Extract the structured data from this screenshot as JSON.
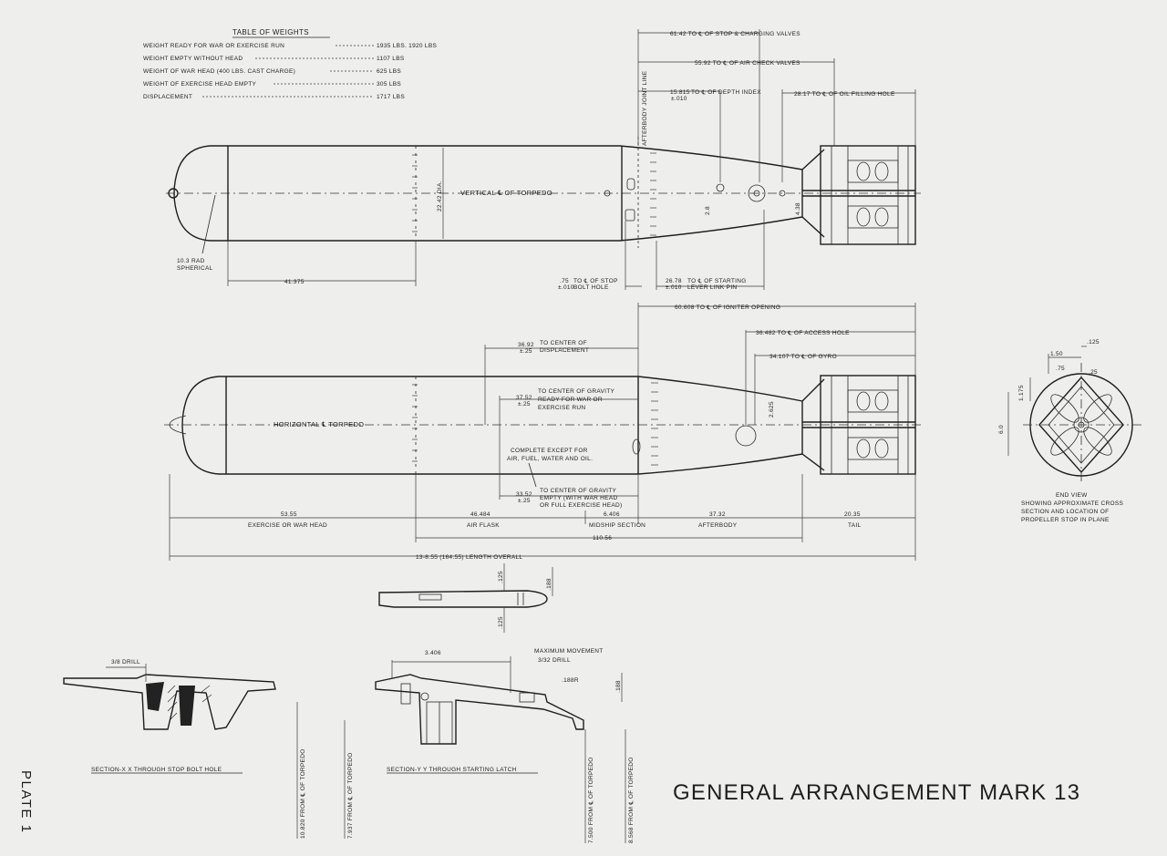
{
  "title": "GENERAL ARRANGEMENT MARK 13",
  "plate": "PLATE 1",
  "weights_table": {
    "heading": "TABLE OF WEIGHTS",
    "rows": [
      {
        "label": "WEIGHT READY FOR WAR OR EXERCISE RUN",
        "value": "1935 LBS. 1920 LBS"
      },
      {
        "label": "WEIGHT EMPTY WITHOUT HEAD",
        "value": "1107 LBS"
      },
      {
        "label": "WEIGHT OF WAR HEAD (400 LBS. CAST CHARGE)",
        "value": "625 LBS"
      },
      {
        "label": "WEIGHT OF EXERCISE HEAD EMPTY",
        "value": "305 LBS"
      },
      {
        "label": "DISPLACEMENT",
        "value": "1717 LBS"
      }
    ]
  },
  "top_view": {
    "dim_stop_charging": "61.42 TO ℄ OF STOP & CHARGING VALVES",
    "dim_air_check": "55.92 TO ℄ OF AIR CHECK VALVES",
    "joint_line": "AFTERBODY JOINT LINE",
    "depth_index_val": "15.815",
    "depth_index_tol": "±.010",
    "depth_index_text": "TO ℄ OF DEPTH INDEX",
    "oil_filling": "28.17 TO ℄ OF OIL FILLING HOLE",
    "diameter": "22.42 DIA.",
    "centerline": "VERTICAL ℄ OF TORPEDO",
    "nose_radius_1": "10.3 RAD",
    "nose_radius_2": "SPHERICAL",
    "nose_length": "41.375",
    "stop_bolt_val": ".75",
    "stop_bolt_tol": "±.010",
    "stop_bolt_text_1": "TO ℄ OF STOP",
    "stop_bolt_text_2": "BOLT HOLE",
    "starting_lever_val": "26.78",
    "starting_lever_tol": "±.010",
    "starting_lever_text_1": "TO ℄ OF STARTING",
    "starting_lever_text_2": "LEVER LINK PIN",
    "depth_offset": "2.8",
    "tail_offset": "4.38"
  },
  "side_view": {
    "igniter": "60.608 TO ℄ OF IGNITER OPENING",
    "access_hole": "36.482 TO ℄ OF ACCESS HOLE",
    "gyro": "34.107 TO ℄ OF GYRO",
    "displacement_val": "36.92",
    "displacement_tol": "±.25",
    "displacement_text_1": "TO CENTER OF",
    "displacement_text_2": "DISPLACEMENT",
    "cg_war_val": "37.52",
    "cg_war_tol": "±.25",
    "cg_war_text_1": "TO CENTER OF GRAVITY",
    "cg_war_text_2": "READY FOR WAR OR",
    "cg_war_text_3": "EXERCISE RUN",
    "complete_1": "COMPLETE EXCEPT FOR",
    "complete_2": "AIR, FUEL, WATER AND OIL.",
    "cg_empty_val": "33.52",
    "cg_empty_tol": "±.25",
    "cg_empty_text_1": "TO CENTER OF GRAVITY",
    "cg_empty_text_2": "EMPTY (WITH WAR HEAD",
    "cg_empty_text_3": "OR FULL EXERCISE HEAD)",
    "centerline": "HORIZONTAL ℄ TORPEDO",
    "gyro_offset": "2.625"
  },
  "bottom_dims": {
    "head_val": "53.55",
    "head_label": "EXERCISE OR WAR HEAD",
    "flask_val": "46.484",
    "flask_label": "AIR FLASK",
    "midship_val": "6.406",
    "midship_label": "MIDSHIP SECTION",
    "afterbody_val": "37.32",
    "afterbody_label": "AFTERBODY",
    "tail_val": "20.35",
    "tail_label": "TAIL",
    "sub_total": "110.56",
    "overall": "13-8.55 (164.55) LENGTH OVERALL"
  },
  "end_view": {
    "caption_1": "END VIEW",
    "caption_2": "SHOWING APPROXIMATE CROSS",
    "caption_3": "SECTION AND LOCATION OF",
    "caption_4": "PROPELLER STOP IN PLANE",
    "d1": "1.50",
    "d2": ".125",
    "d3": ".75",
    "d4": ".25",
    "d5": "1.175",
    "d6": "6.0"
  },
  "details": {
    "latch_d1": ".125",
    "latch_d2": ".188",
    "latch_d3": ".125",
    "drill": "3/8 DRILL",
    "section_xx": "SECTION-X X THROUGH STOP BOLT HOLE",
    "section_yy": "SECTION-Y Y THROUGH STARTING LATCH",
    "dim_3406": "3.406",
    "max_movement": "MAXIMUM MOVEMENT",
    "drill_small": "3/32 DRILL",
    "radius": ".188R",
    "v_188": ".188",
    "vert_1": "10.820 FROM ℄ OF TORPEDO",
    "vert_2": "7.937 FROM ℄ OF TORPEDO",
    "vert_3": "7.500 FROM ℄ OF TORPEDO",
    "vert_4": "8.568 FROM ℄ OF TORPEDO"
  }
}
